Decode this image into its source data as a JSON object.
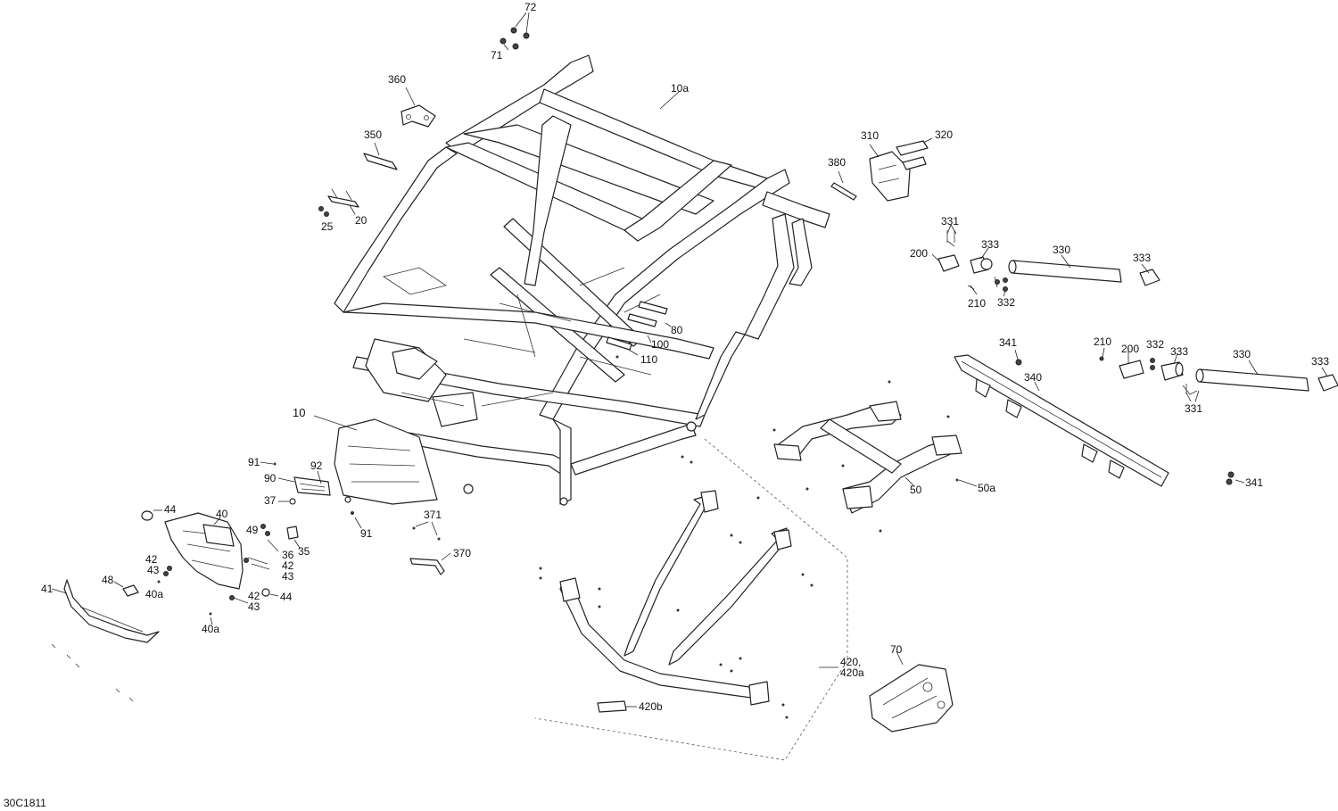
{
  "figure_code": "30C1811",
  "labels": {
    "l72": "72",
    "l71": "71",
    "l10a": "10a",
    "l360": "360",
    "l350": "350",
    "l20": "20",
    "l25": "25",
    "l310": "310",
    "l320": "320",
    "l380": "380",
    "l331a": "331",
    "l200a": "200",
    "l333a": "333",
    "l330a": "330",
    "l333b": "333",
    "l210a": "210",
    "l332a": "332",
    "l80": "80",
    "l100": "100",
    "l110": "110",
    "l341a": "341",
    "l210b": "210",
    "l200b": "200",
    "l332b": "332",
    "l333c": "333",
    "l330b": "330",
    "l333d": "333",
    "l340": "340",
    "l331b": "331",
    "l10": "10",
    "l91a": "91",
    "l92": "92",
    "l90": "90",
    "l37": "37",
    "l44a": "44",
    "l40": "40",
    "l49": "49",
    "l35": "35",
    "l36": "36",
    "l42a": "42",
    "l43a": "43",
    "l42b": "42",
    "l43b": "43",
    "l48": "48",
    "l40a1": "40a",
    "l41": "41",
    "l42c": "42",
    "l43c": "43",
    "l44b": "44",
    "l40a2": "40a",
    "l91b": "91",
    "l371": "371",
    "l370": "370",
    "l50": "50",
    "l50a": "50a",
    "l341b": "341",
    "l420": "420,",
    "l420a": "420a",
    "l420b": "420b",
    "l70": "70"
  }
}
